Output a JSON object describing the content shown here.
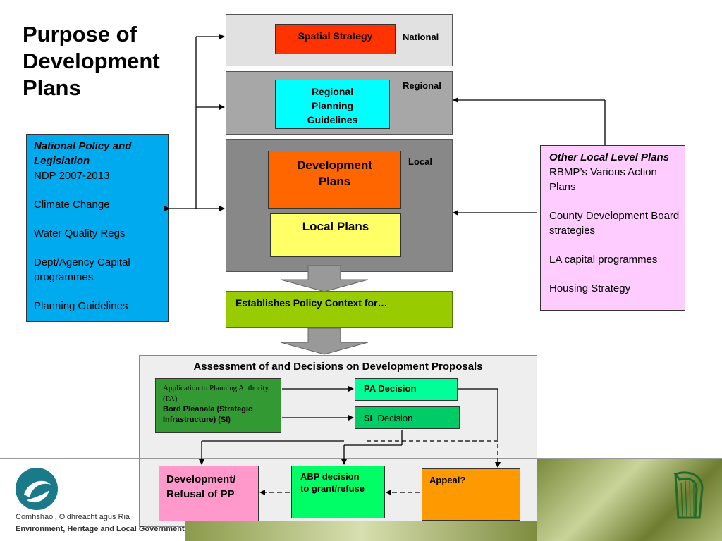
{
  "title": {
    "line1": "Purpose of",
    "line2": "Development",
    "line3": "Plans"
  },
  "tiers": {
    "national": "National",
    "regional": "Regional",
    "local": "Local"
  },
  "boxes": {
    "spatial_strategy": "Spatial Strategy",
    "rpg_line1": "Regional",
    "rpg_line2": "Planning",
    "rpg_line3": "Guidelines",
    "dev_plans_line1": "Development",
    "dev_plans_line2": "Plans",
    "local_plans": "Local Plans",
    "policy_context": "Establishes Policy Context for…"
  },
  "national_policy": {
    "heading": "National Policy and Legislation",
    "items": [
      "NDP 2007-2013",
      "Climate Change",
      "Water Quality Regs",
      "Dept/Agency Capital programmes",
      "Planning Guidelines"
    ]
  },
  "other_local": {
    "heading": "Other Local Level Plans",
    "items": [
      "RBMP’s Various Action Plans",
      "County Development Board strategies",
      "LA capital programmes",
      "Housing Strategy"
    ]
  },
  "assessment": {
    "title": "Assessment of and Decisions on Development Proposals",
    "app_line1": "Application to Planning Authority (PA)",
    "app_line2": "Bord Pleanala (Strategic Infrastructure) (SI)",
    "pa_decision": "PA Decision",
    "si_bold": "SI",
    "si_rest": "Decision",
    "refusal_line1": "Development/",
    "refusal_line2": "Refusal of PP",
    "abp_line1": "ABP decision",
    "abp_line2": "to grant/refuse",
    "appeal": "Appeal?"
  },
  "footer": {
    "irish": "Comhshaol, Oidhreacht agus Ria",
    "english": "Environment, Heritage and Local Government"
  },
  "colors": {
    "spatial": "#ff3300",
    "rpg": "#00ffff",
    "dev_plans": "#ff6600",
    "local_plans": "#ffff66",
    "policy": "#99cc00",
    "national_policy": "#00aaee",
    "other_local": "#ffccff",
    "application": "#339933",
    "pa": "#00ff99",
    "si": "#00cc66",
    "refusal": "#ff99cc",
    "abp": "#00ff66",
    "appeal": "#ff9900"
  }
}
